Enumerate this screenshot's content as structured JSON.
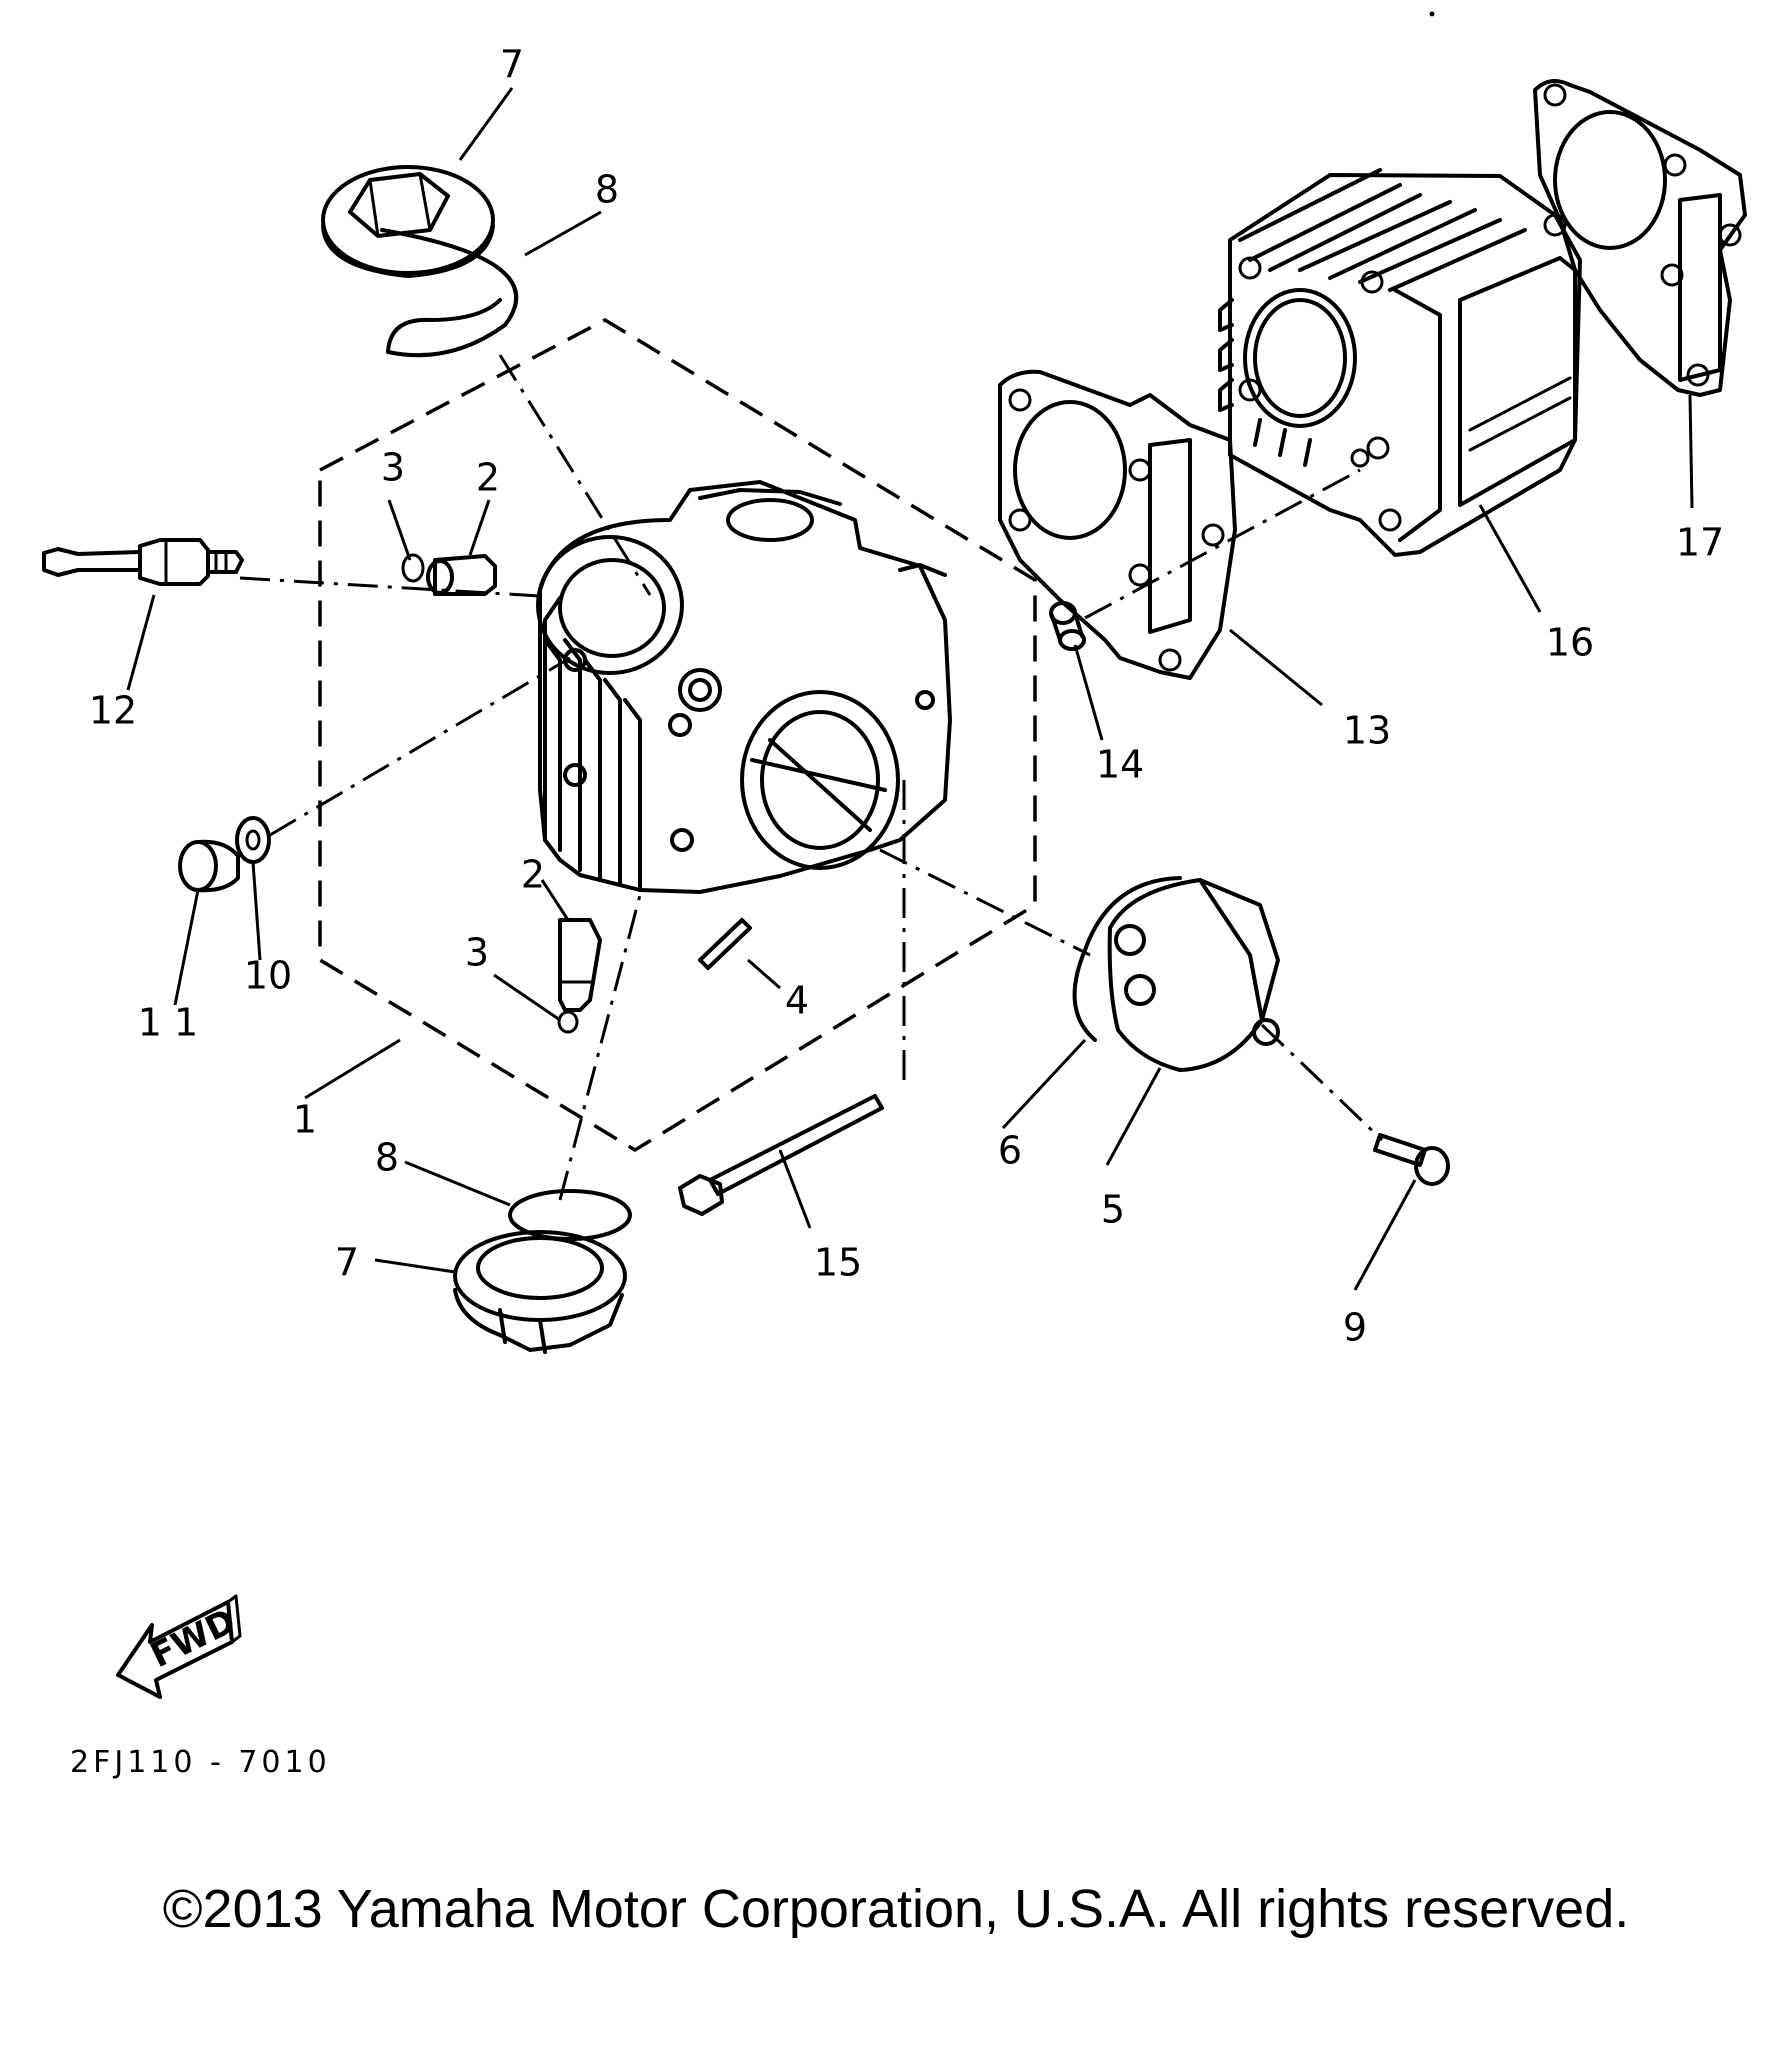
{
  "diagram": {
    "callouts": {
      "p1": "1",
      "p2a": "2",
      "p2b": "2",
      "p3a": "3",
      "p3b": "3",
      "p4": "4",
      "p5": "5",
      "p6": "6",
      "p7a": "7",
      "p7b": "7",
      "p8a": "8",
      "p8b": "8",
      "p9": "9",
      "p10": "10",
      "p11": "1 1",
      "p12": "12",
      "p13": "13",
      "p14": "14",
      "p15": "15",
      "p16": "16",
      "p17": "17"
    },
    "fwd_label": "FWD",
    "ref_code": "2FJ110 - 7010"
  },
  "footer": {
    "copyright": "©2013 Yamaha Motor Corporation, U.S.A. All rights reserved."
  }
}
